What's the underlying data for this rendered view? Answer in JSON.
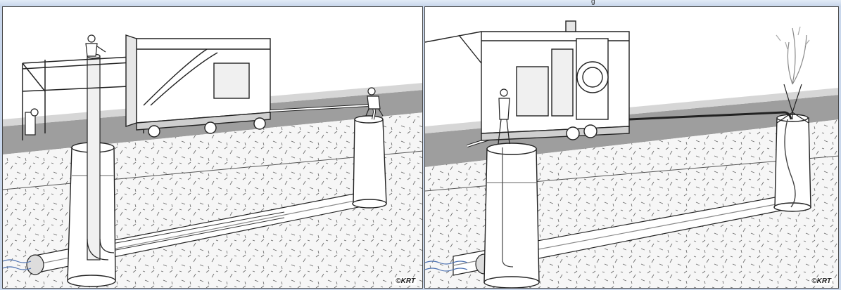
{
  "window": {
    "title_fragment": "g"
  },
  "panels": {
    "left": {
      "copyright": "©KRT"
    },
    "right": {
      "copyright": "©KRT"
    }
  },
  "colors": {
    "soil": "#f6f6f6",
    "road": "#9e9e9e",
    "road_edge": "#cfcfcf",
    "line": "#222222",
    "pipe": "#ffffff",
    "water": "#7f9fd0"
  },
  "icons": [
    "worker-figure",
    "manhole-shaft",
    "sewer-pipe",
    "equipment-trailer",
    "scaffold-tower",
    "water-jet"
  ]
}
